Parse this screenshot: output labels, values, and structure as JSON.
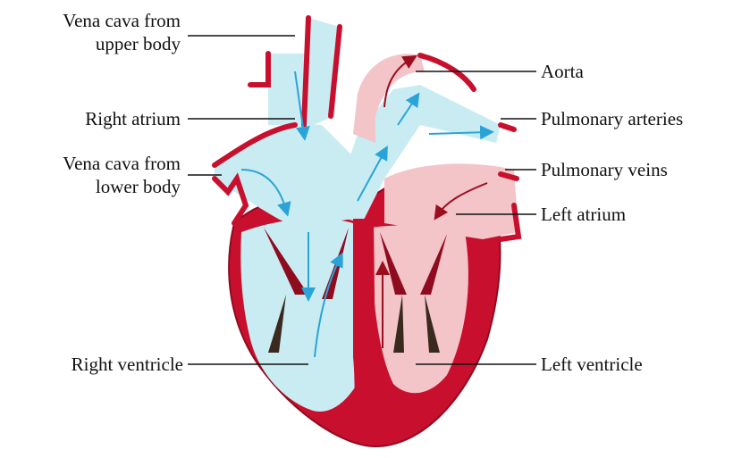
{
  "labels": {
    "vena_cava_upper": [
      "Vena cava from",
      "upper body"
    ],
    "right_atrium": "Right atrium",
    "vena_cava_lower": [
      "Vena cava from",
      "lower body"
    ],
    "right_ventricle": "Right ventricle",
    "aorta": "Aorta",
    "pulmonary_arteries": "Pulmonary arteries",
    "pulmonary_veins": "Pulmonary veins",
    "left_atrium": "Left atrium",
    "left_ventricle": "Left ventricle"
  },
  "colors": {
    "wall": "#c8102e",
    "wall_dark": "#8f0b1f",
    "deoxygenated": "#c9ecf3",
    "oxygenated": "#f3c4c8",
    "arrow_blue": "#2aa4d8",
    "arrow_red": "#9c0d1e",
    "leader": "#111111"
  }
}
